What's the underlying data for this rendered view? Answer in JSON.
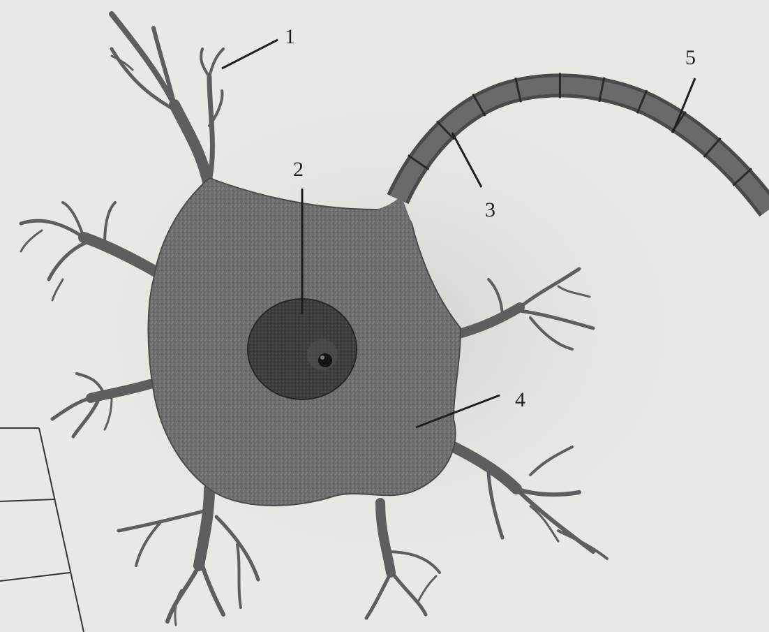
{
  "labels": [
    {
      "id": "1",
      "text": "1"
    },
    {
      "id": "2",
      "text": "2"
    },
    {
      "id": "3",
      "text": "3"
    },
    {
      "id": "4",
      "text": "4"
    },
    {
      "id": "5",
      "text": "5"
    }
  ],
  "answer_table": {
    "rows": 3,
    "cells": [
      "",
      "",
      ""
    ]
  },
  "colors": {
    "paper": "#e9e8e4",
    "cell_body": "#6d6d6d",
    "cell_body_edge": "#4a4a4a",
    "nucleus": "#3c3c3c",
    "nucleolus": "#141414",
    "myelin": "#5a5a5a",
    "ink": "#1e1e1e"
  }
}
